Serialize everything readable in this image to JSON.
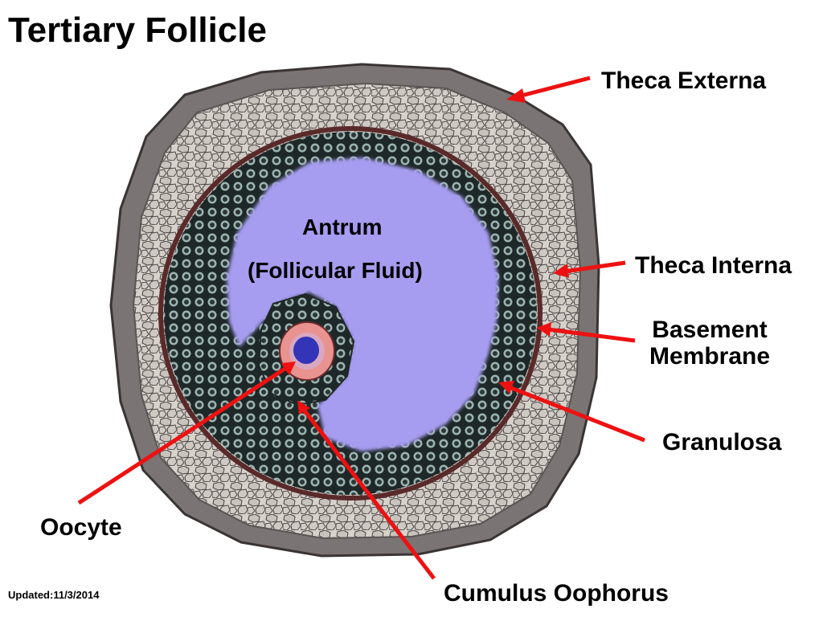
{
  "title": "Tertiary Follicle",
  "labels": {
    "theca_externa": "Theca Externa",
    "theca_interna": "Theca Interna",
    "basement_line1": "Basement",
    "basement_line2": "Membrane",
    "granulosa": "Granulosa",
    "oocyte": "Oocyte",
    "cumulus": "Cumulus Oophorus",
    "antrum": "Antrum",
    "follicular_fluid": "(Follicular Fluid)"
  },
  "footer": {
    "updated": "Updated:11/3/2014"
  },
  "colors": {
    "arrow": "#ee1111",
    "theca_externa": "#7a7474",
    "theca_interna": "#d5cfc9",
    "granulosa": "#1f2a2a",
    "antrum": "#a69cf0",
    "zona": "#e99391",
    "nucleus": "#3334b8"
  }
}
